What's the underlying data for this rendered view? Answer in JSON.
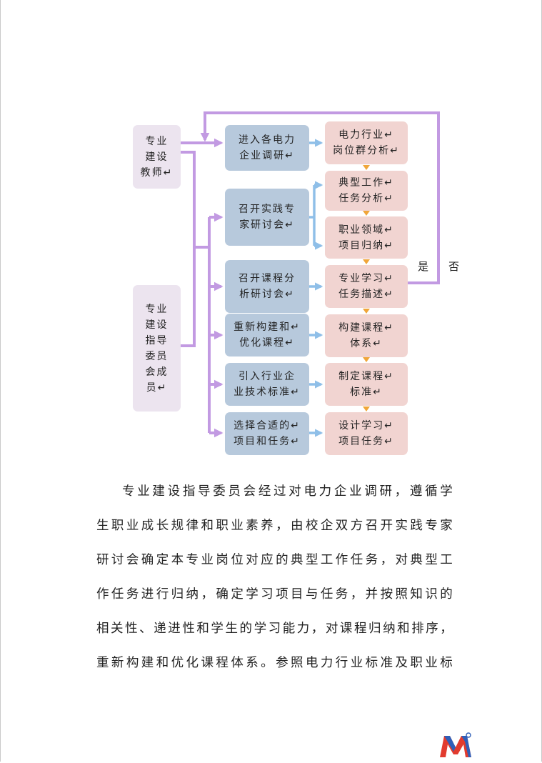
{
  "diagram": {
    "left_boxes": [
      {
        "lines": [
          "专业",
          "建设",
          "教师↵"
        ]
      },
      {
        "lines": [
          "专业",
          "建设",
          "指导",
          "委员",
          "会成",
          "员↵"
        ]
      }
    ],
    "middle_boxes": [
      {
        "lines": [
          "进入各电力",
          "企业调研↵"
        ]
      },
      {
        "lines": [
          "召开实践专",
          "家研讨会↵"
        ]
      },
      {
        "lines": [
          "召开课程分",
          "析研讨会↵"
        ]
      },
      {
        "lines": [
          "重新构建和↵",
          "优化课程↵"
        ]
      },
      {
        "lines": [
          "引入行业企",
          "业技术标准↵"
        ]
      },
      {
        "lines": [
          "选择合适的↵",
          "项目和任务↵"
        ]
      }
    ],
    "right_boxes": [
      {
        "lines": [
          "电力行业↵",
          "岗位群分析↵"
        ]
      },
      {
        "lines": [
          "典型工作↵",
          "任务分析↵"
        ]
      },
      {
        "lines": [
          "职业领域↵",
          "项目归纳↵"
        ]
      },
      {
        "lines": [
          "专业学习↵",
          "任务描述↵"
        ]
      },
      {
        "lines": [
          "构建课程↵",
          "体系↵"
        ]
      },
      {
        "lines": [
          "制定课程↵",
          "标准↵"
        ]
      },
      {
        "lines": [
          "设计学习↵",
          "项目任务↵"
        ]
      }
    ],
    "yes_label": "是",
    "no_label": "否",
    "colors": {
      "purple_arrow": "#c29ae2",
      "blue_arrow": "#8fbfe8",
      "orange_arrow": "#f0a63a",
      "left_box_fill": "#ece4ef",
      "middle_box_fill": "#b7c9dc",
      "right_box_fill": "#f1d4d1"
    }
  },
  "paragraph": [
    "专业建设指导委员会经过对电力企业调研，遵循学",
    "生职业成长规律和职业素养，由校企双方召开实践专家",
    "研讨会确定本专业岗位对应的典型工作任务，对典型工",
    "作任务进行归纳，确定学习项目与任务，并按照知识的",
    "相关性、递进性和学生的学习能力，对课程归纳和排序，",
    "重新构建和优化课程体系。参照电力行业标准及职业标"
  ]
}
